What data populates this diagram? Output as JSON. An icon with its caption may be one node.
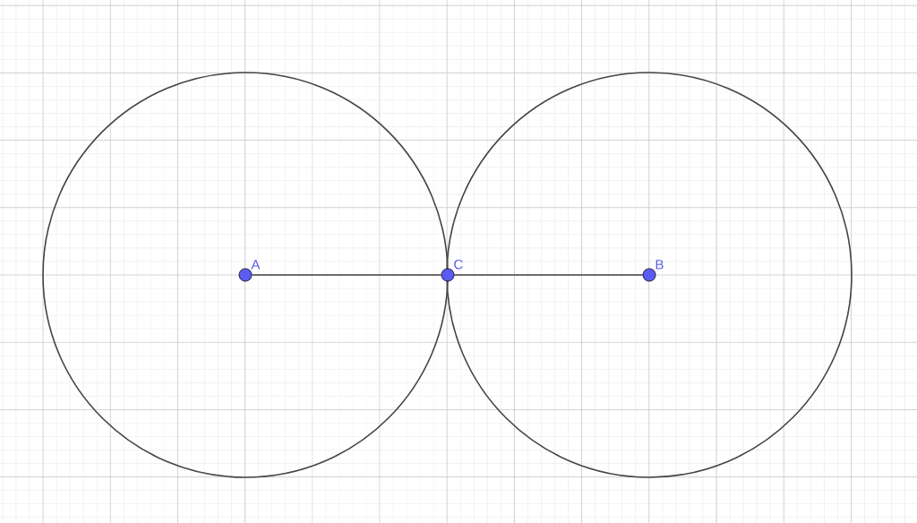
{
  "diagram": {
    "nodes": [
      {
        "text": [],
        "shape": "circle"
      },
      {
        "text": [],
        "shape": "circle"
      },
      {
        "text": [
          "A"
        ],
        "in": 0
      },
      {
        "text": [
          "C"
        ]
      },
      {
        "text": [
          "B"
        ],
        "in": 1
      }
    ],
    "edges": [
      {
        "from": 2,
        "to": 3,
        "arrow": "none"
      },
      {
        "from": 3,
        "to": 4,
        "arrow": "none"
      }
    ]
  }
}
